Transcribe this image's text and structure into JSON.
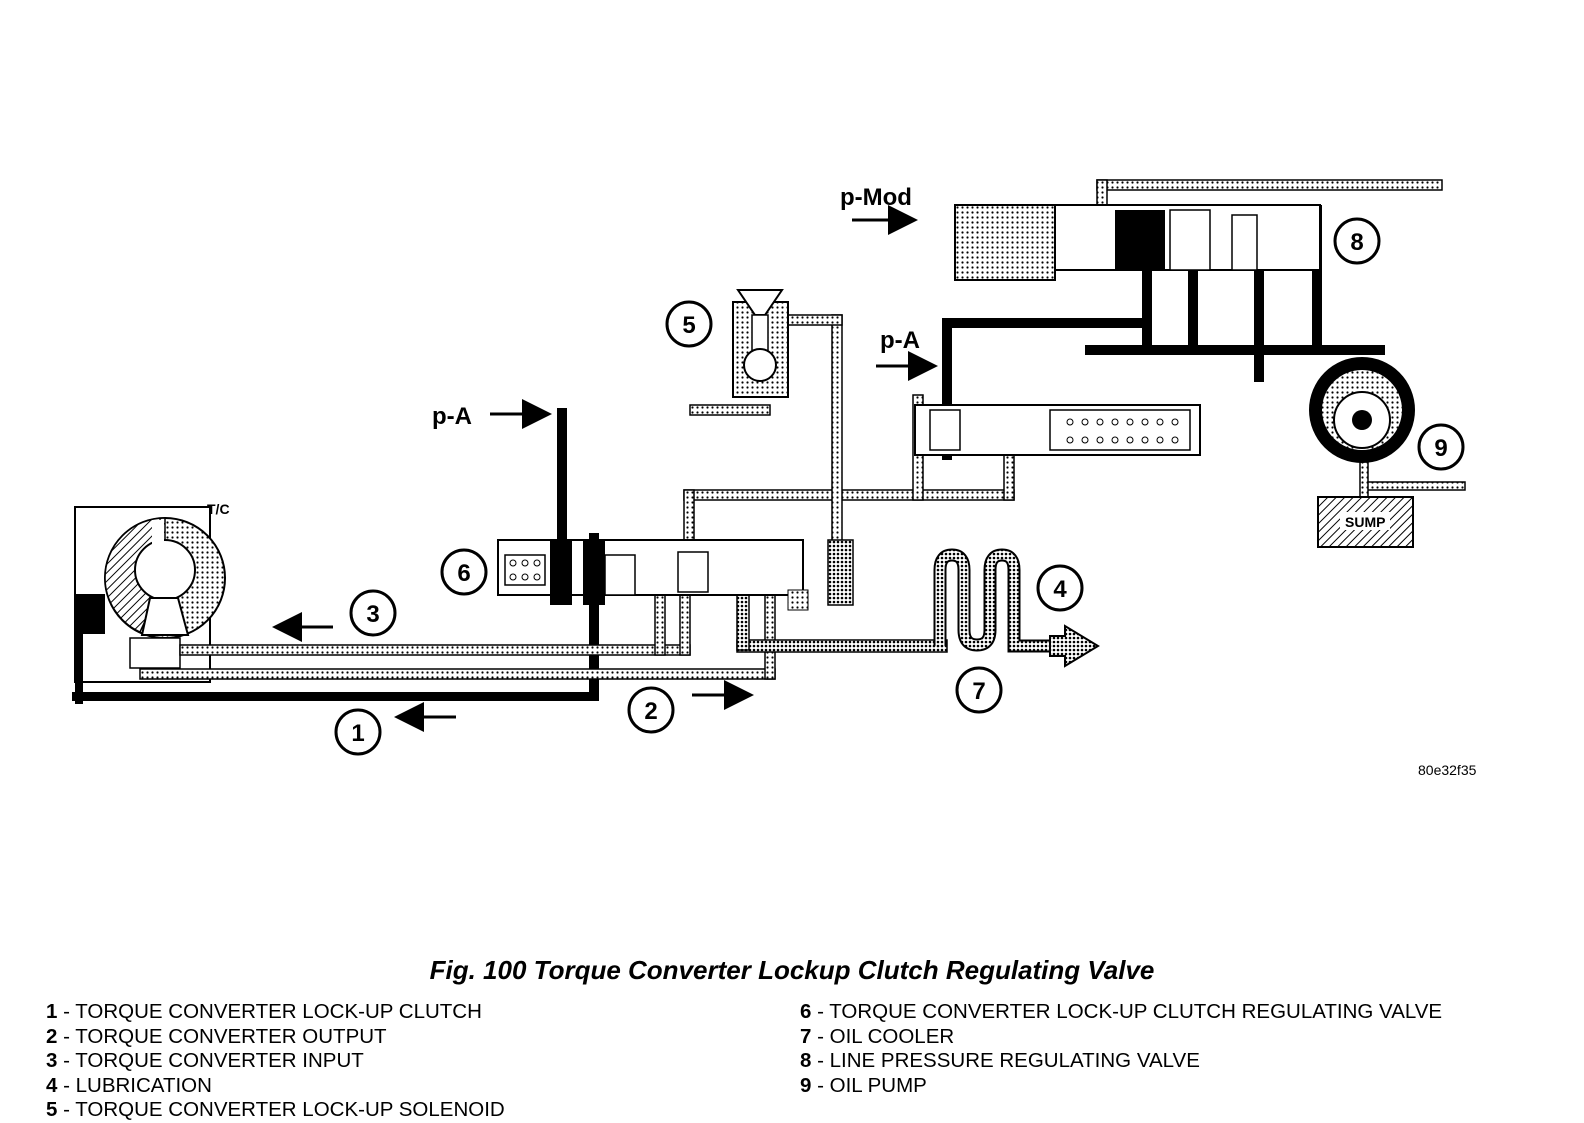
{
  "labels": {
    "p_mod": "p-Mod",
    "p_a_top": "p-A",
    "p_a_left": "p-A",
    "tc": "T/C",
    "sump": "SUMP"
  },
  "callouts": [
    "1",
    "2",
    "3",
    "4",
    "5",
    "6",
    "7",
    "8",
    "9"
  ],
  "figure_code": "80e32f35",
  "caption": "Fig. 100 Torque Converter Lockup Clutch Regulating Valve",
  "legend_left": [
    {
      "num": "1",
      "text": " - TORQUE CONVERTER LOCK-UP CLUTCH"
    },
    {
      "num": "2",
      "text": " - TORQUE CONVERTER OUTPUT"
    },
    {
      "num": "3",
      "text": " - TORQUE CONVERTER INPUT"
    },
    {
      "num": "4",
      "text": " - LUBRICATION"
    },
    {
      "num": "5",
      "text": " - TORQUE CONVERTER LOCK-UP SOLENOID"
    }
  ],
  "legend_right": [
    {
      "num": "6",
      "text": " - TORQUE CONVERTER LOCK-UP CLUTCH REGULATING VALVE"
    },
    {
      "num": "7",
      "text": " - OIL COOLER"
    },
    {
      "num": "8",
      "text": " - LINE PRESSURE REGULATING VALVE"
    },
    {
      "num": "9",
      "text": " - OIL PUMP"
    }
  ]
}
